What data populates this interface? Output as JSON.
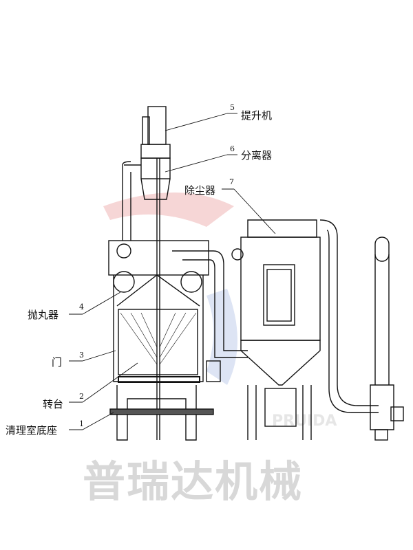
{
  "labels": [
    {
      "num": "5",
      "text": "提升机"
    },
    {
      "num": "6",
      "text": "分离器"
    },
    {
      "num": "7",
      "text": "除尘器"
    },
    {
      "num": "4",
      "text": "抛丸器"
    },
    {
      "num": "3",
      "text": "门"
    },
    {
      "num": "2",
      "text": "转台"
    },
    {
      "num": "1",
      "text": "清理室底座"
    }
  ],
  "watermark": {
    "text": "普瑞达机械",
    "sub": "PRUIDA"
  }
}
